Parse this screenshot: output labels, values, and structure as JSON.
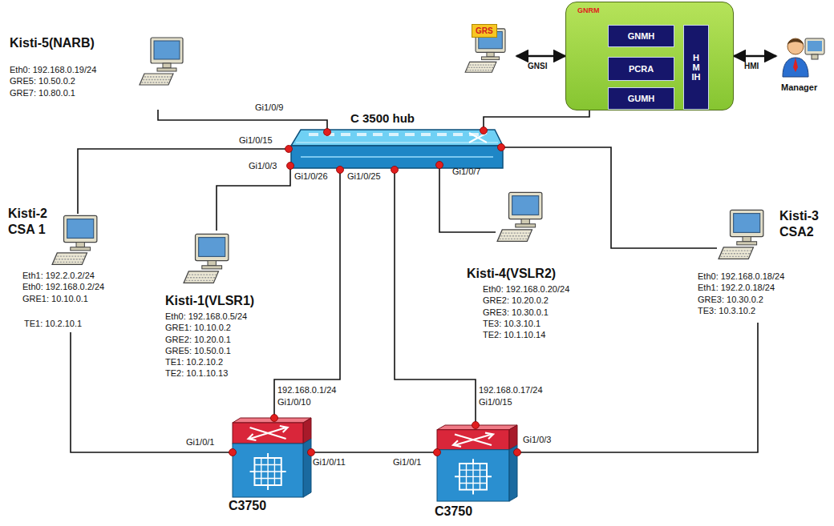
{
  "diagram": {
    "nodes": [
      {
        "text": [
          "Kisti-5(NARB)",
          "Eth0: 192.168.0.19/24 GRE5: 10.50.0.2 GRE7: 10.80.0.1"
        ]
      },
      {
        "text": [
          "C 3500 hub"
        ]
      },
      {
        "text": [
          "Kisti-2 CSA 1",
          "Eth1: 192.2.0.2/24 Eth0: 192.168.0.2/24 GRE1: 10.10.0.1",
          "TE1: 10.2.10.1"
        ]
      },
      {
        "text": [
          "Kisti-1(VLSR1)",
          "Eth0: 192.168.0.5/24 GRE1: 10.10.0.2 GRE2: 10.20.0.1 GRE5: 10.50.0.1 TE1: 10.2.10.2 TE2: 10.1.10.13"
        ]
      },
      {
        "text": [
          "Kisti-4(VSLR2)",
          "Eth0: 192.168.0.20/24 GRE2: 10.20.0.2 GRE3: 10.30.0.1 TE3: 10.3.10.1 TE2: 10.1.10.14"
        ]
      },
      {
        "text": [
          "Kisti-3 CSA2",
          "Eth0: 192.168.0.18/24 Eth1: 192.2.0.18/24 GRE3: 10.30.0.2 TE3: 10.3.10.2"
        ]
      },
      {
        "text": [
          "C3750"
        ]
      },
      {
        "text": [
          "C3750"
        ]
      },
      {
        "text": [
          "GNRM"
        ]
      },
      {
        "text": [
          "GNMH"
        ],
        "in": 8
      },
      {
        "text": [
          "PCRA"
        ],
        "in": 8
      },
      {
        "text": [
          "GUMH"
        ],
        "in": 8
      },
      {
        "text": [
          "HMIH"
        ],
        "in": 8
      },
      {
        "text": [
          "GRS"
        ]
      },
      {
        "text": [
          "Manager"
        ]
      }
    ],
    "edges": [
      {
        "from": 0,
        "to": 1,
        "arrow": "none"
      },
      {
        "from": 2,
        "to": 1,
        "arrow": "none"
      },
      {
        "from": 3,
        "to": 1,
        "arrow": "none"
      },
      {
        "from": 1,
        "to": 6,
        "arrow": "none"
      },
      {
        "from": 1,
        "to": 7,
        "arrow": "none"
      },
      {
        "from": 4,
        "to": 1,
        "arrow": "none"
      },
      {
        "from": 5,
        "to": 1,
        "arrow": "none"
      },
      {
        "from": 8,
        "to": 1,
        "arrow": "none"
      },
      {
        "from": 2,
        "to": 6,
        "arrow": "none"
      },
      {
        "from": 6,
        "to": 7,
        "arrow": "none"
      },
      {
        "from": 7,
        "to": 5,
        "arrow": "none"
      },
      {
        "from": 13,
        "to": 8,
        "label": "GNSI",
        "arrow": "both"
      },
      {
        "from": 8,
        "to": 14,
        "label": "HMI",
        "arrow": "both"
      }
    ],
    "labels": [
      "Gi1/0/9",
      "Gi1/0/15",
      "Gi1/0/3",
      "Gi1/0/26",
      "Gi1/0/25",
      "Gi1/0/7",
      "192.168.0.1/24",
      "Gi1/0/10",
      "192.168.0.17/24",
      "Gi1/0/15",
      "Gi1/0/1",
      "Gi1/0/11",
      "Gi1/0/1",
      "Gi1/0/3"
    ]
  }
}
